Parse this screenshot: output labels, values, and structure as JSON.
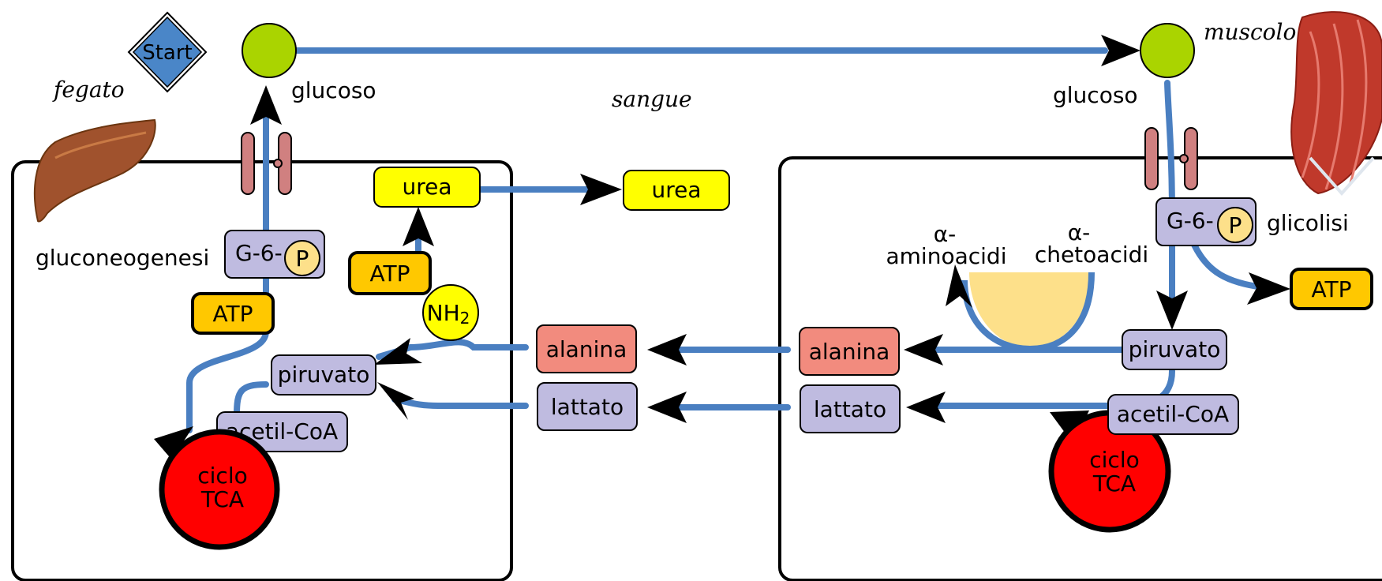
{
  "start_button": {
    "label": "Start"
  },
  "regions": {
    "liver": "fegato",
    "blood": "sangue",
    "muscle": "muscolo"
  },
  "liver": {
    "glucose": "glucoso",
    "process": "gluconeogenesi",
    "g6p_prefix": "G-6-",
    "phosphate": "P",
    "atp_consumed": "ATP",
    "atp_urea": "ATP",
    "urea": "urea",
    "nh2": "NH",
    "nh2_sub": "2",
    "pyruvate": "piruvato",
    "acetyl_coa": "acetil-CoA",
    "tca_line1": "ciclo",
    "tca_line2": "TCA"
  },
  "blood": {
    "urea": "urea",
    "alanine": "alanina",
    "lactate": "lattato"
  },
  "muscle": {
    "glucose": "glucoso",
    "process": "glicolisi",
    "g6p_prefix": "G-6-",
    "phosphate": "P",
    "atp_produced": "ATP",
    "alpha_amino_1": "α-",
    "alpha_amino_2": "aminoacidi",
    "alpha_keto_1": "α-",
    "alpha_keto_2": "chetoacidi",
    "pyruvate": "piruvato",
    "alanine": "alanina",
    "lactate": "lattato",
    "acetyl_coa": "acetil-CoA",
    "tca_line1": "ciclo",
    "tca_line2": "TCA"
  },
  "colors": {
    "pathway": "#4a7fc1",
    "glucose": "#aad400",
    "metabolite": "#bfbbe0",
    "atp": "#ffc800",
    "urea": "#ffff00",
    "alanine": "#f28b7e",
    "tca": "#ff0000",
    "transporter": "#d08080",
    "start": "#4a86c8",
    "half_circle": "#fde08a",
    "liver": "#a0522d",
    "muscle": "#c0392b"
  }
}
